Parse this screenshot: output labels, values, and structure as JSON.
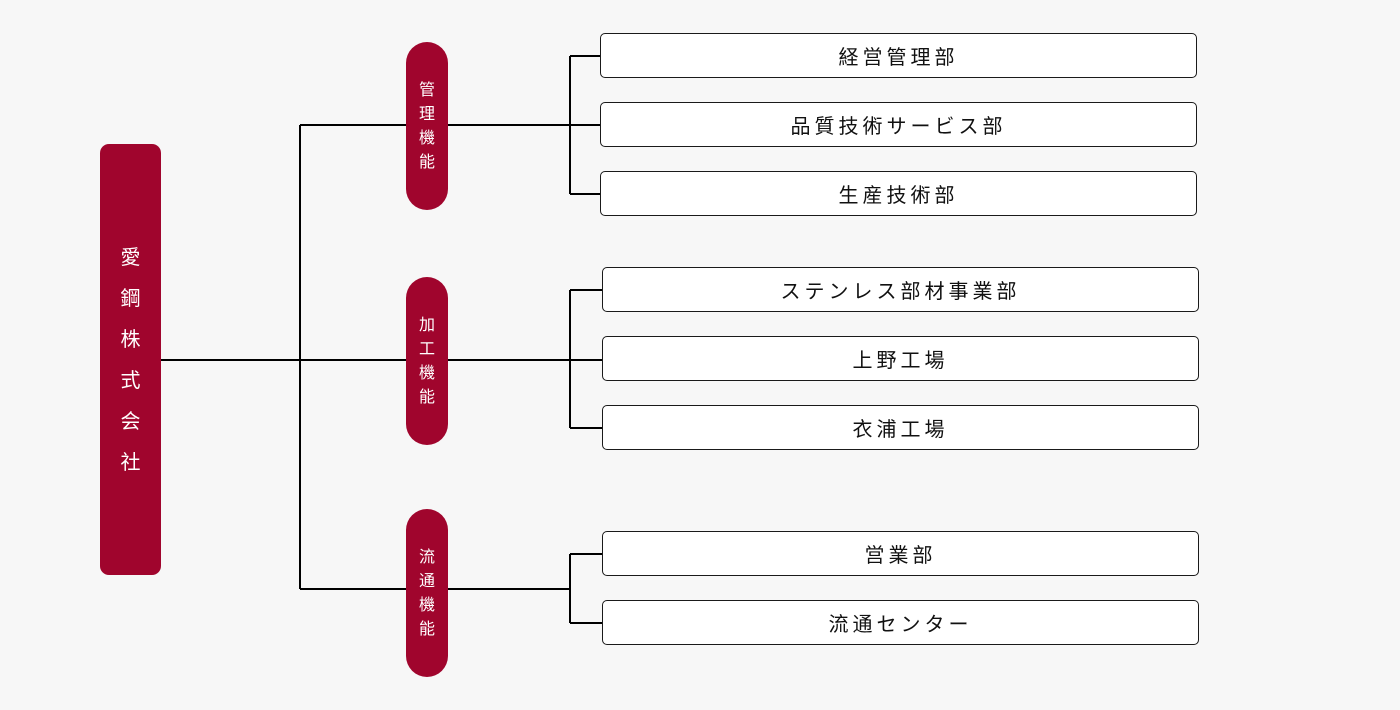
{
  "company": {
    "name": "愛鋼株式会社"
  },
  "functions": [
    {
      "label": "管理機能",
      "departments": [
        "経営管理部",
        "品質技術サービス部",
        "生産技術部"
      ]
    },
    {
      "label": "加工機能",
      "departments": [
        "ステンレス部材事業部",
        "上野工場",
        "衣浦工場"
      ]
    },
    {
      "label": "流通機能",
      "departments": [
        "営業部",
        "流通センター"
      ]
    }
  ],
  "colors": {
    "accent": "#a0052d",
    "background": "#f7f7f7",
    "box_border": "#1a1a1a",
    "line": "#000000"
  }
}
